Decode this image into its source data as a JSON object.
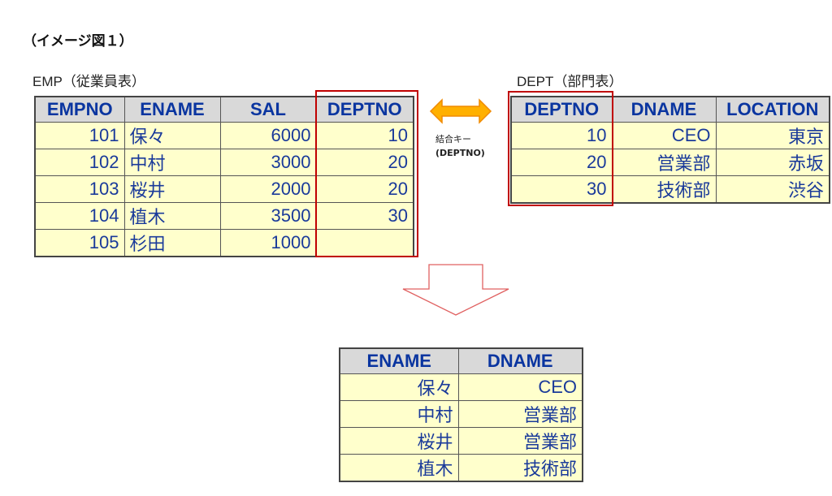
{
  "title": "（イメージ図１）",
  "emp": {
    "label": "EMP（従業員表）",
    "columns": [
      "EMPNO",
      "ENAME",
      "SAL",
      "DEPTNO"
    ],
    "rows": [
      [
        "101",
        "保々",
        "6000",
        "10"
      ],
      [
        "102",
        "中村",
        "3000",
        "20"
      ],
      [
        "103",
        "桜井",
        "2000",
        "20"
      ],
      [
        "104",
        "植木",
        "3500",
        "30"
      ],
      [
        "105",
        "杉田",
        "1000",
        ""
      ]
    ]
  },
  "dept": {
    "label": "DEPT（部門表）",
    "columns": [
      "DEPTNO",
      "DNAME",
      "LOCATION"
    ],
    "rows": [
      [
        "10",
        "CEO",
        "東京"
      ],
      [
        "20",
        "営業部",
        "赤坂"
      ],
      [
        "30",
        "技術部",
        "渋谷"
      ]
    ]
  },
  "join_key": {
    "line1": "結合キー",
    "line2": "(DEPTNO)"
  },
  "result": {
    "columns": [
      "ENAME",
      "DNAME"
    ],
    "rows": [
      [
        "保々",
        "CEO"
      ],
      [
        "中村",
        "営業部"
      ],
      [
        "桜井",
        "営業部"
      ],
      [
        "植木",
        "技術部"
      ]
    ]
  },
  "colors": {
    "highlight": "#c00000",
    "arrow_fill": "#ffb000",
    "arrow_stroke": "#f08a00",
    "down_arrow": "#e06060",
    "cell_bg": "#ffffcc",
    "header_bg": "#d9d9d9",
    "text": "#1a3a9a"
  }
}
